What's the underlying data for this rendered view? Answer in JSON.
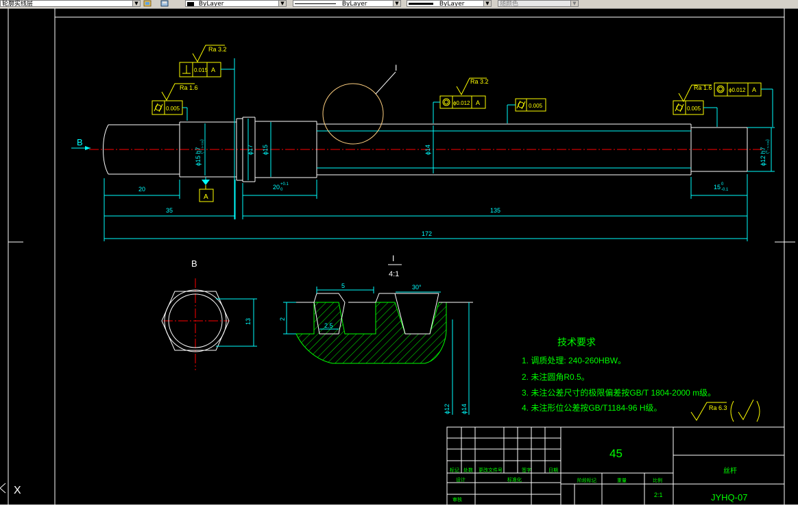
{
  "toolbar": {
    "layer_name": "轮廓实线层",
    "color_value": "ByLayer",
    "linetype_value": "ByLayer",
    "lineweight_value": "ByLayer",
    "plotstyle_value": "随颜色"
  },
  "colors": {
    "background": "#000000",
    "frame": "#ffffff",
    "dimension": "#00ffff",
    "center": "#ff0000",
    "annotation": "#ffff00",
    "text": "#00ff00",
    "hatch": "#00ff00"
  },
  "view_labels": {
    "view_b_arrow": "B",
    "view_b_title": "B",
    "detail_callout": "I",
    "detail_title": "I",
    "detail_scale": "4:1",
    "datum_a": "A"
  },
  "gdt": {
    "perp_value": "0.015",
    "perp_datum": "A",
    "ra_32_left": "Ra 3.2",
    "ra_16_left": "Ra 1.6",
    "cyl_left": "0.005",
    "ra_32_mid": "Ra 3.2",
    "conc_mid_value": "ϕ0.012",
    "conc_mid_datum": "A",
    "cyl_mid": "0.005",
    "ra_16_right": "Ra 1.6",
    "conc_right_value": "ϕ0.012",
    "conc_right_datum": "A",
    "cyl_right": "0.005"
  },
  "dims": {
    "d20": "20",
    "d35": "35",
    "d135": "135",
    "d172": "172",
    "d20_tol": "20",
    "d20_tol_sup": "+0.1",
    "d20_tol_sub": "0",
    "d15_tol": "15",
    "d15_tol_sup": "0",
    "d15_tol_sub": "-0.1",
    "phi15": "ϕ15 h7",
    "phi15_tol": "(⁰₋₀.₀₁₈)",
    "phi17": "ϕ17",
    "phi15b": "ϕ15",
    "phi14": "ϕ14",
    "phi12": "ϕ12 h7",
    "phi12_tol": "(⁰₋₀.₀₁₈)",
    "across_flats": "13",
    "detail_5": "5",
    "detail_30": "30°",
    "detail_2": "2",
    "detail_25": "2.5",
    "detail_phi12": "ϕ12",
    "detail_phi14": "ϕ14"
  },
  "tech_req": {
    "title": "技术要求",
    "items": [
      "1. 调质处理: 240-260HBW。",
      "2. 未注圆角R0.5。",
      "3. 未注公差尺寸的极限偏差按GB/T 1804-2000 m级。",
      "4. 未注形位公差按GB/T1184-96 H级。"
    ]
  },
  "roughness_general": {
    "label": "Ra 6.3"
  },
  "title_block": {
    "material": "45",
    "part_name": "丝杆",
    "drawing_no": "JYHQ-07",
    "scale": "2:1",
    "row_labels": [
      "标记",
      "处数",
      "更改文件号",
      "签字",
      "日期"
    ],
    "row_labels2": [
      "设计",
      "标准化"
    ],
    "row_labels3": [
      "审核"
    ],
    "stage_headers": [
      "阶段标记",
      "重量",
      "比例"
    ]
  },
  "command_line": {
    "cross_label": "X"
  }
}
